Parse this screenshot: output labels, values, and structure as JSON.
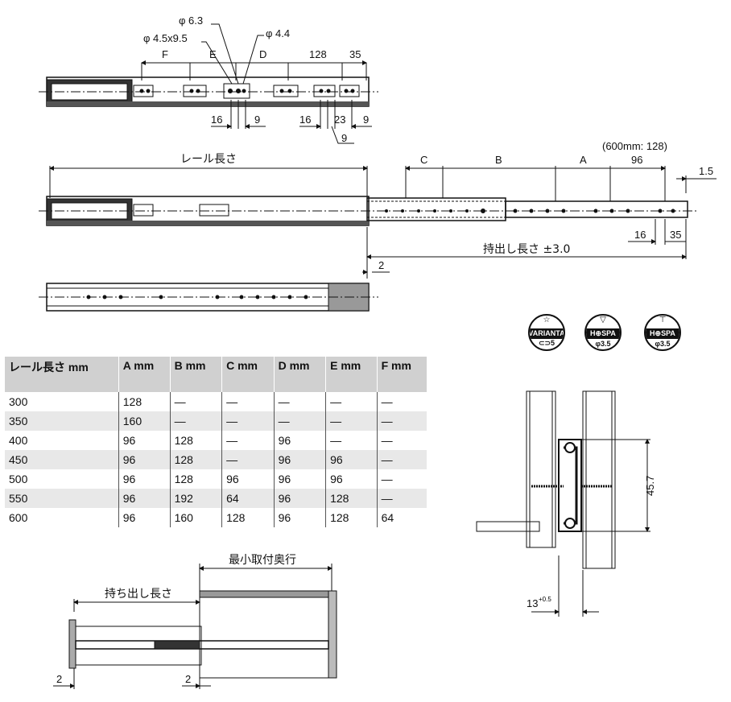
{
  "top_view": {
    "labels": {
      "phi63": "φ 6.3",
      "phi45x95": "φ 4.5x9.5",
      "phi44": "φ 4.4",
      "F": "F",
      "E": "E",
      "D": "D",
      "d128": "128",
      "d35": "35",
      "b16a": "16",
      "b9a": "9",
      "b16b": "16",
      "b23": "23",
      "b9b": "9",
      "b9c": "9"
    }
  },
  "extended_view": {
    "rail_length_label": "レール長さ",
    "labels": {
      "note600": "(600mm: 128)",
      "C": "C",
      "B": "B",
      "A": "A",
      "d96": "96",
      "d15": "1.5",
      "d16": "16",
      "d35": "35",
      "travel": "持出し長さ ±3.0",
      "d2": "2"
    }
  },
  "badges": [
    {
      "top": "☆",
      "mid": "VARIANTA",
      "bot": "⊂⊃5"
    },
    {
      "top": "▽",
      "mid": "H⊕SPA",
      "bot": "φ3.5"
    },
    {
      "top": "⊤",
      "mid": "H⊕SPA",
      "bot": "φ3.5"
    }
  ],
  "table": {
    "headers": [
      "レール長さ mm",
      "A mm",
      "B mm",
      "C mm",
      "D mm",
      "E mm",
      "F mm"
    ],
    "rows": [
      [
        "300",
        "128",
        "—",
        "—",
        "—",
        "—",
        "—"
      ],
      [
        "350",
        "160",
        "—",
        "—",
        "—",
        "—",
        "—"
      ],
      [
        "400",
        "96",
        "128",
        "—",
        "96",
        "—",
        "—"
      ],
      [
        "450",
        "96",
        "128",
        "—",
        "96",
        "96",
        "—"
      ],
      [
        "500",
        "96",
        "128",
        "96",
        "96",
        "96",
        "—"
      ],
      [
        "550",
        "96",
        "192",
        "64",
        "96",
        "128",
        "—"
      ],
      [
        "600",
        "96",
        "160",
        "128",
        "96",
        "128",
        "64"
      ]
    ]
  },
  "cross_section": {
    "height": "45.7",
    "gap": "13",
    "gap_tol": "+0.5"
  },
  "drawer": {
    "min_depth": "最小取付奥行",
    "travel": "持ち出し長さ",
    "d2a": "2",
    "d2b": "2"
  }
}
